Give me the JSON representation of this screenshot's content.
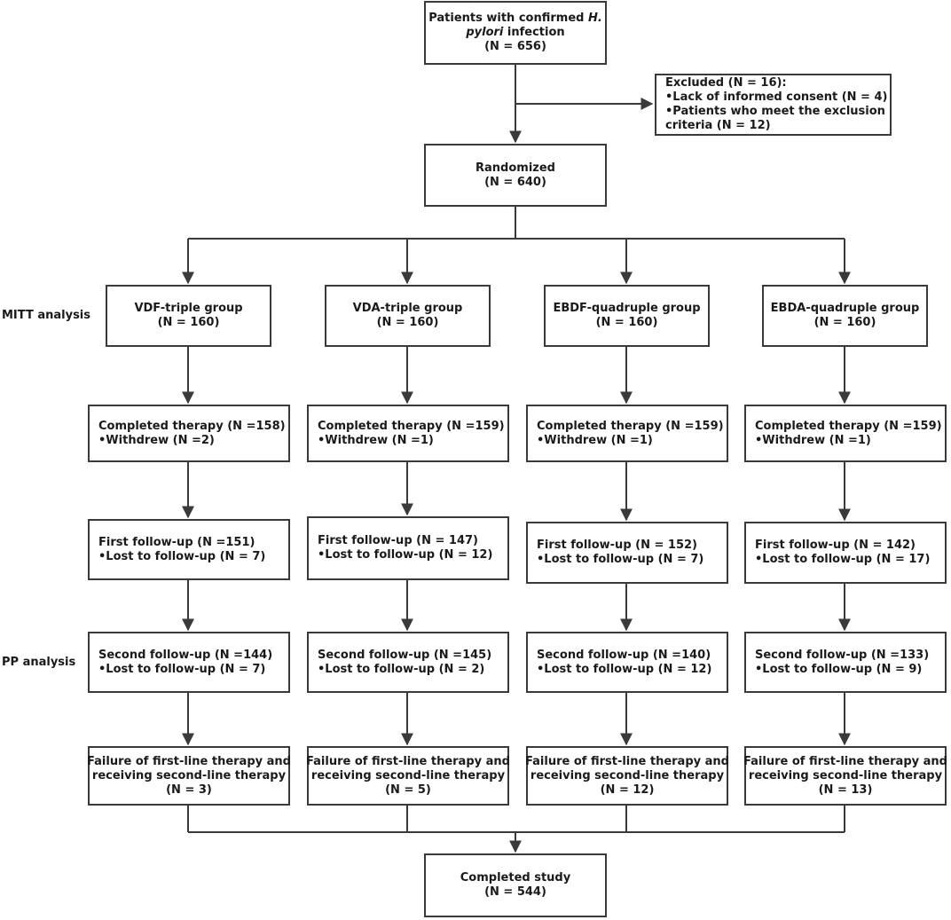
{
  "screening": {
    "line1_pre": "Patients with confirmed ",
    "line1_italic": "H.",
    "line2_italic": "pylori",
    "line2_post": " infection",
    "n": "(N = 656)"
  },
  "excluded": {
    "title": "Excluded (N = 16):",
    "item1": "•Lack of informed consent (N = 4)",
    "item2a": "•Patients who meet the exclusion",
    "item2b": "criteria (N = 12)"
  },
  "randomized": {
    "title": "Randomized",
    "n": "(N = 640)"
  },
  "labels": {
    "mitt": "MITT analysis",
    "pp": "PP analysis"
  },
  "groups": [
    {
      "name": "VDF-triple group",
      "n": "(N = 160)",
      "completed": "Completed therapy (N =158)",
      "withdrew": "•Withdrew (N =2)",
      "first": "First follow-up (N =151)",
      "first_lost": "•Lost to follow-up (N = 7)",
      "second": "Second follow-up (N =144)",
      "second_lost": "•Lost to follow-up (N = 7)",
      "fail1": "Failure of first-line therapy and",
      "fail2": "receiving second-line therapy",
      "fail_n": "(N = 3)"
    },
    {
      "name": "VDA-triple group",
      "n": "(N = 160)",
      "completed": "Completed therapy (N =159)",
      "withdrew": "•Withdrew (N =1)",
      "first": "First follow-up (N = 147)",
      "first_lost": "•Lost to follow-up (N = 12)",
      "second": "Second follow-up (N =145)",
      "second_lost": "•Lost to follow-up (N = 2)",
      "fail1": "Failure of first-line therapy and",
      "fail2": "receiving second-line therapy",
      "fail_n": "(N = 5)"
    },
    {
      "name": "EBDF-quadruple group",
      "n": "(N = 160)",
      "completed": "Completed therapy (N =159)",
      "withdrew": "•Withdrew (N =1)",
      "first": "First follow-up (N = 152)",
      "first_lost": "•Lost to follow-up (N = 7)",
      "second": "Second follow-up (N =140)",
      "second_lost": "•Lost to follow-up (N = 12)",
      "fail1": "Failure of first-line therapy and",
      "fail2": "receiving second-line therapy",
      "fail_n": "(N = 12)"
    },
    {
      "name": "EBDA-quadruple group",
      "n": "(N = 160)",
      "completed": "Completed therapy (N =159)",
      "withdrew": "•Withdrew (N =1)",
      "first": "First follow-up (N = 142)",
      "first_lost": "•Lost to follow-up (N = 17)",
      "second": "Second follow-up (N =133)",
      "second_lost": "•Lost to follow-up (N = 9)",
      "fail1": "Failure of first-line therapy and",
      "fail2": "receiving second-line therapy",
      "fail_n": "(N = 13)"
    }
  ],
  "completed_study": {
    "title": "Completed study",
    "n": "(N = 544)"
  }
}
